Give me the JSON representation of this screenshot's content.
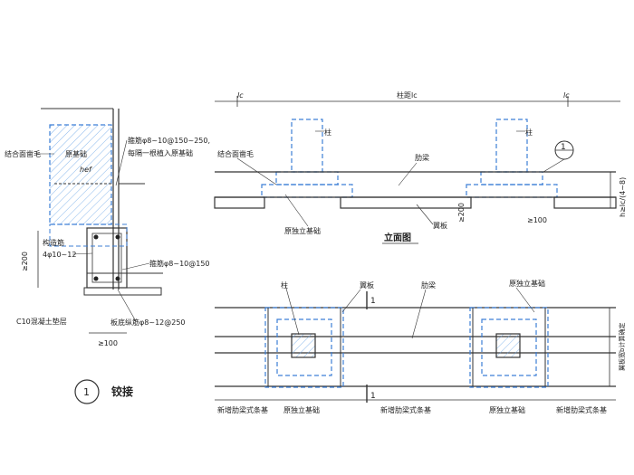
{
  "left_detail": {
    "label_combined_surface": "结合面凿毛",
    "label_original_foundation": "原基础",
    "label_hef": "hef",
    "label_stirrup_top": "箍筋φ8~10@150~250,",
    "label_stirrup_top_note": "每隔一根植入原基础",
    "label_dim_200": "≥200",
    "label_construction_bar": "构造筋",
    "label_construction_bar_spec": "4φ10~12",
    "label_stirrup_bottom": "箍筋φ8~10@150",
    "label_c10_cushion": "C10混凝土垫层",
    "label_bottom_bar": "板底纵筋φ8~12@250",
    "label_dim_100": "≥100",
    "callout_number": "1",
    "callout_text": "铰接"
  },
  "elevation": {
    "dim_lc_left": "lc",
    "dim_column_spacing": "柱距lc",
    "dim_lc_right": "lc",
    "label_column_left": "柱",
    "label_column_right": "柱",
    "label_combined_surface": "结合面凿毛",
    "label_rib_beam": "肋梁",
    "label_original_foundation": "原独立基础",
    "label_flange_plate": "翼板",
    "label_dim_200": "≥200",
    "label_dim_100": "≥100",
    "label_height": "h≥lc/(4~8)",
    "section_marker": "1",
    "title": "立面图"
  },
  "plan": {
    "label_column": "柱",
    "label_flange_plate": "翼板",
    "label_rib_beam": "肋梁",
    "label_original_foundation": "原独立基础",
    "label_width_note": "翼板宽b计算确定",
    "section_marker_top": "1",
    "section_marker_bottom": "1",
    "bottom_labels": [
      "新增肋梁式条基",
      "原独立基础",
      "新增肋梁式条基",
      "原独立基础",
      "新增肋梁式条基"
    ]
  }
}
